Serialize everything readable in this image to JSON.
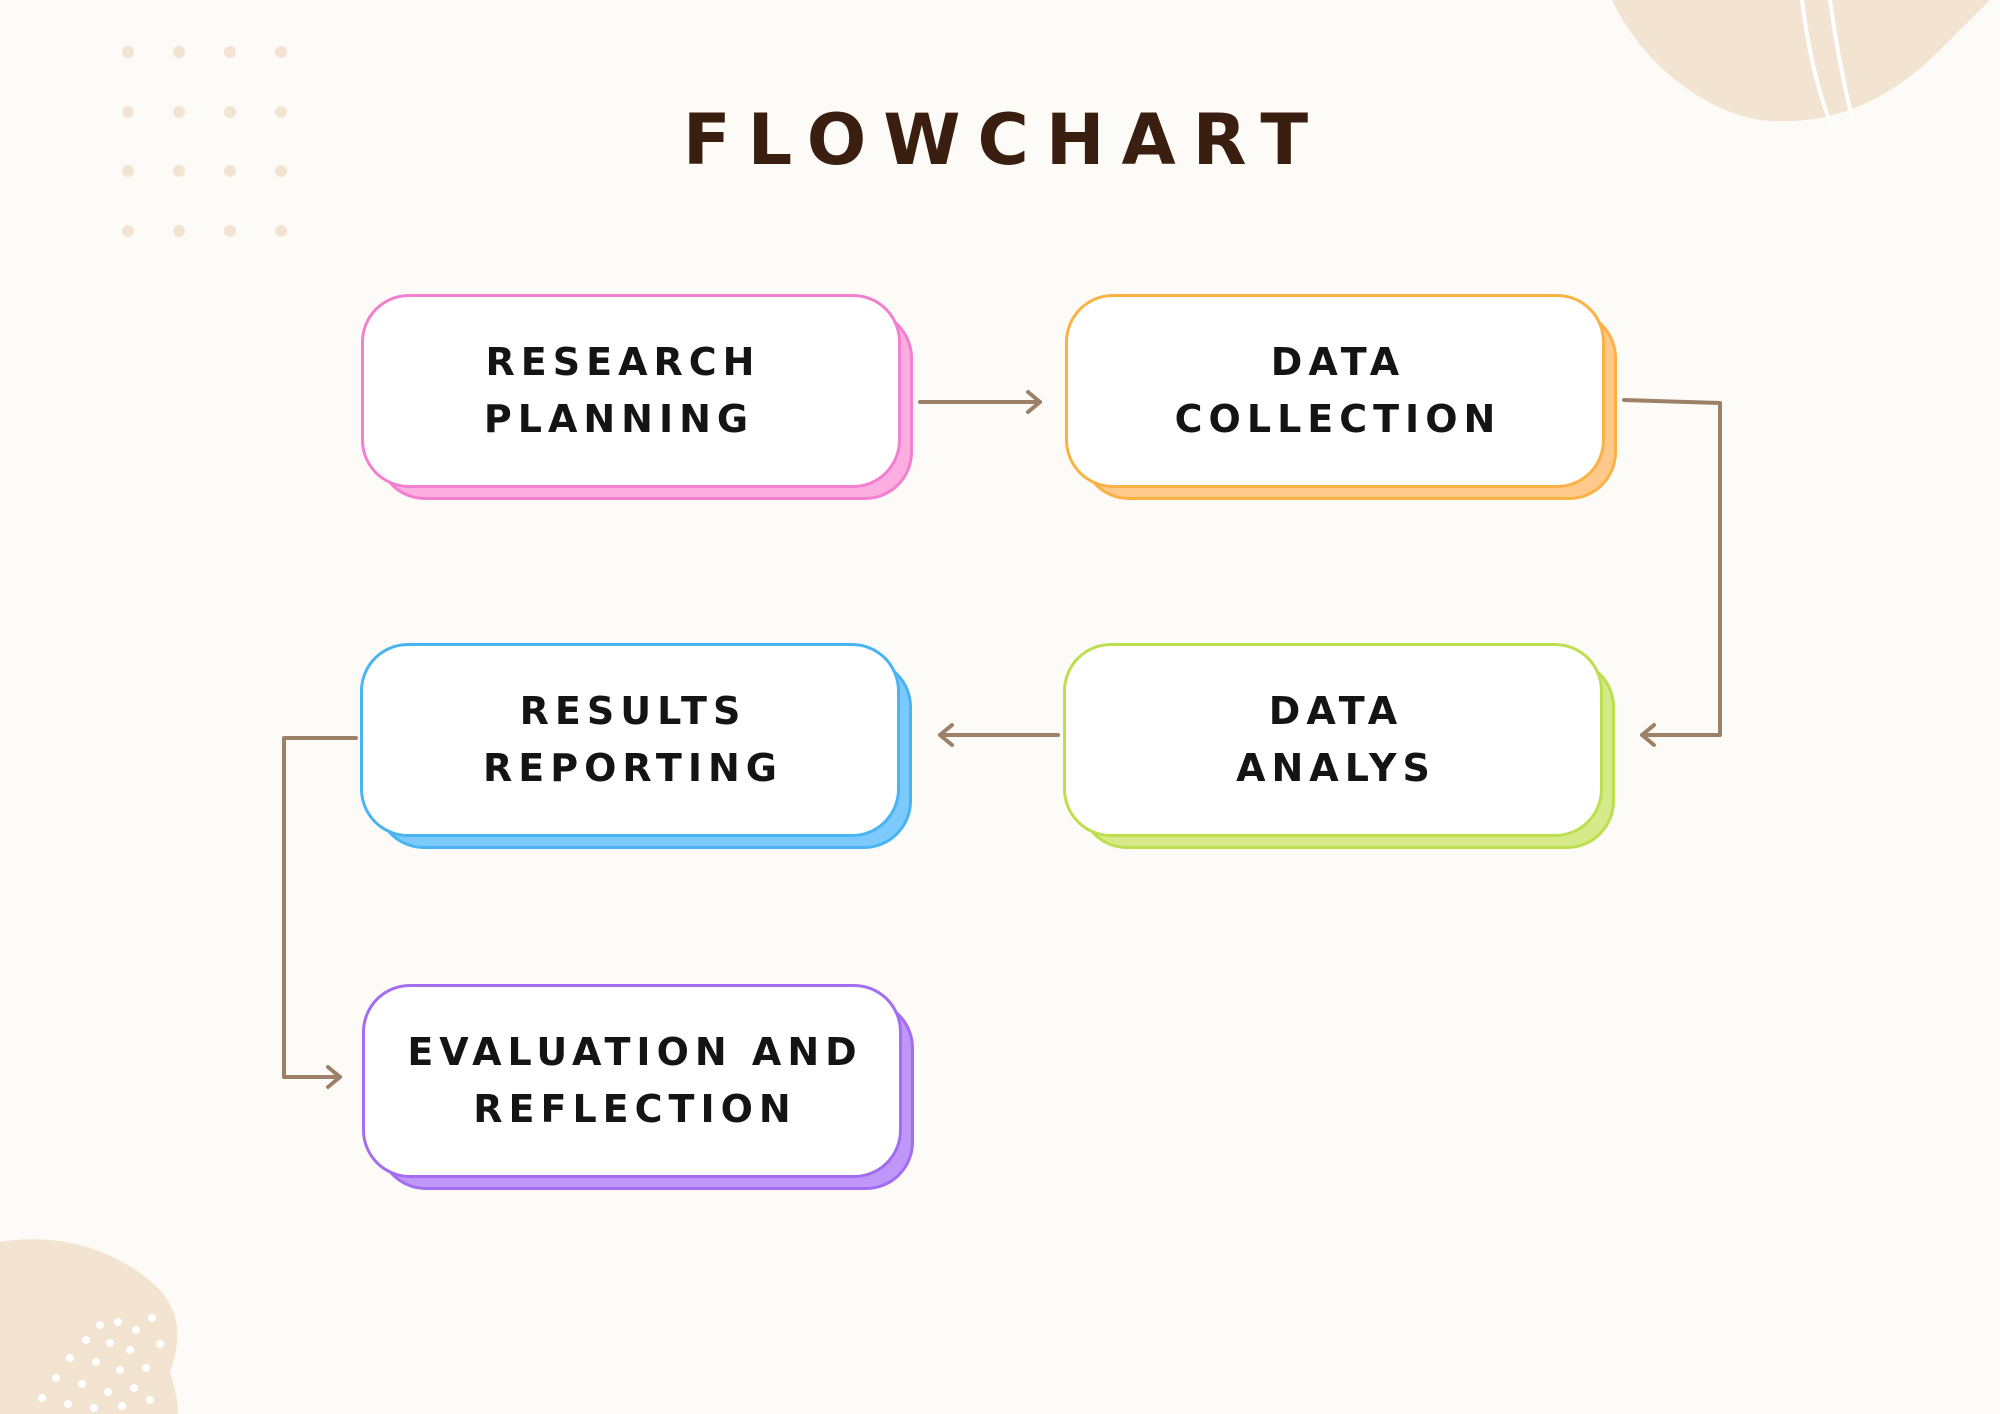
{
  "title": "FLOWCHART",
  "connector_color": "#9c8168",
  "steps": [
    {
      "line1": "RESEARCH",
      "line2": "PLANNING",
      "border": "#f27fcf",
      "fill": "#fcaee0",
      "shadow_border": "#f27fcf"
    },
    {
      "line1": "DATA",
      "line2": "COLLECTION",
      "border": "#fbb244",
      "fill": "#fec98a",
      "shadow_border": "#fbb244"
    },
    {
      "line1": "DATA",
      "line2": "ANALYS",
      "border": "#bcdf4e",
      "fill": "#d6ea8a",
      "shadow_border": "#bcdf4e"
    },
    {
      "line1": "RESULTS",
      "line2": "REPORTING",
      "border": "#4ab4f3",
      "fill": "#7cc9fb",
      "shadow_border": "#4ab4f3"
    },
    {
      "line1": "EVALUATION AND",
      "line2": "REFLECTION",
      "border": "#a46cf0",
      "fill": "#bf97f8",
      "shadow_border": "#a46cf0"
    }
  ],
  "decor_color": "#f3e3d1"
}
